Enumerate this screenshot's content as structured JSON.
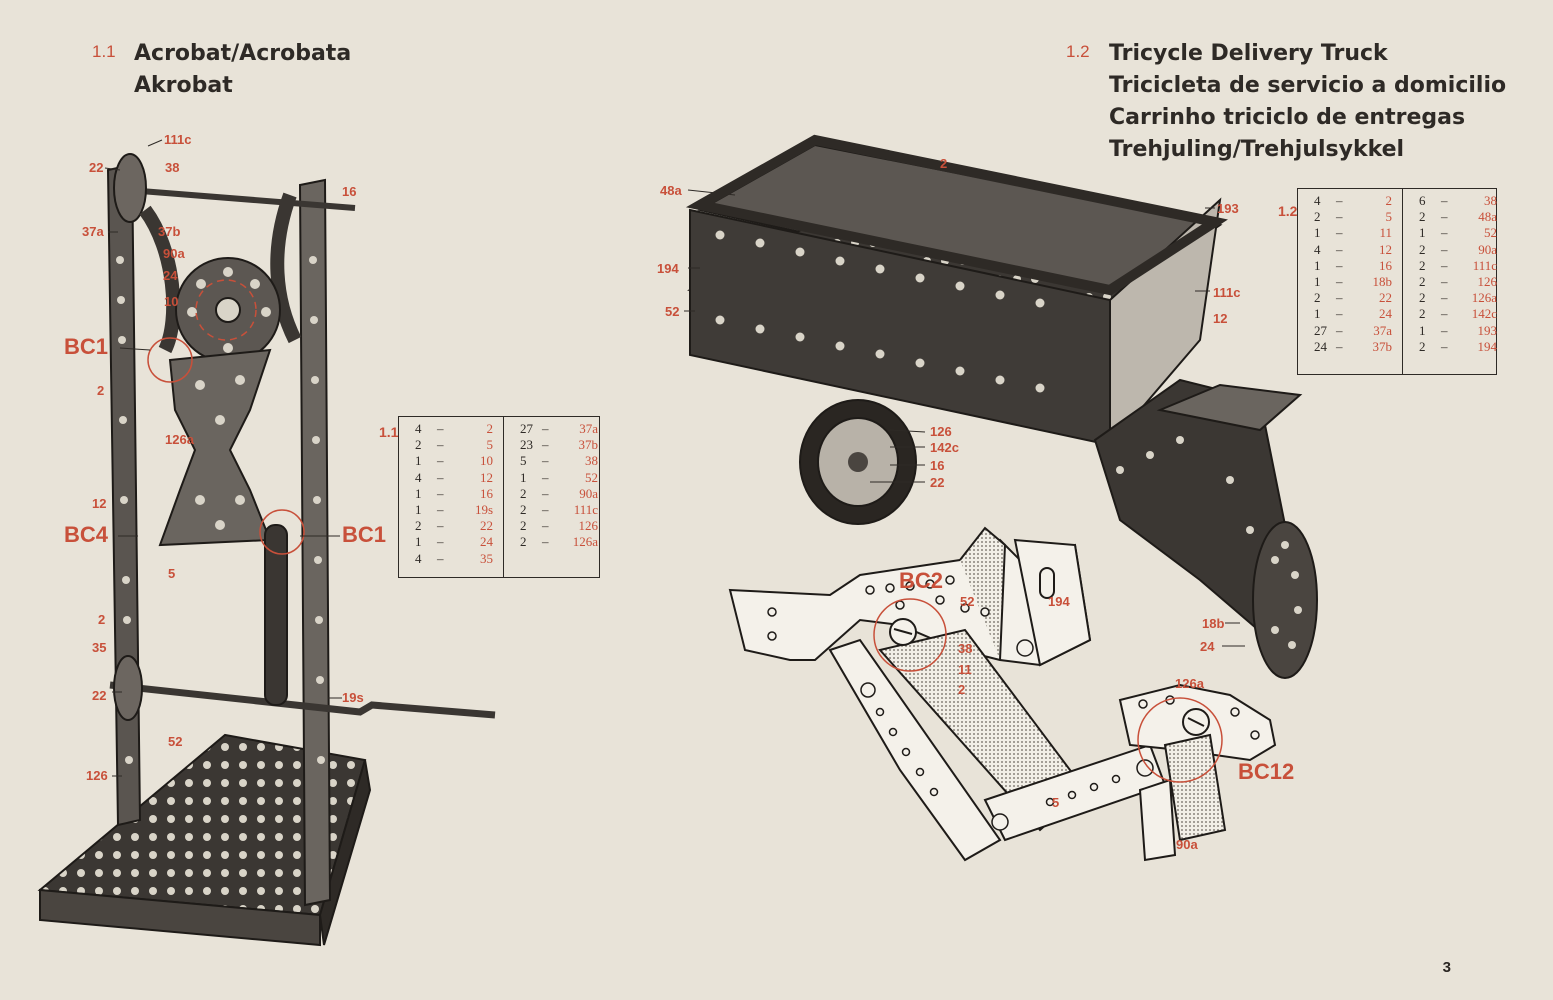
{
  "left": {
    "number": "1.1",
    "titles": [
      "Acrobat/Acrobata",
      "Akrobat"
    ],
    "table_number": "1.1",
    "parts_col1": [
      {
        "q": "4",
        "p": "2"
      },
      {
        "q": "2",
        "p": "5"
      },
      {
        "q": "1",
        "p": "10"
      },
      {
        "q": "4",
        "p": "12"
      },
      {
        "q": "1",
        "p": "16"
      },
      {
        "q": "1",
        "p": "19s"
      },
      {
        "q": "2",
        "p": "22"
      },
      {
        "q": "1",
        "p": "24"
      },
      {
        "q": "4",
        "p": "35"
      }
    ],
    "parts_col2": [
      {
        "q": "27",
        "p": "37a"
      },
      {
        "q": "23",
        "p": "37b"
      },
      {
        "q": "5",
        "p": "38"
      },
      {
        "q": "1",
        "p": "52"
      },
      {
        "q": "2",
        "p": "90a"
      },
      {
        "q": "2",
        "p": "111c"
      },
      {
        "q": "2",
        "p": "126"
      },
      {
        "q": "2",
        "p": "126a"
      }
    ],
    "labels": {
      "l111c": "111c",
      "l22a": "22",
      "l38": "38",
      "l16": "16",
      "l37a": "37a",
      "l37b": "37b",
      "l90a": "90a",
      "l24": "24",
      "l10": "10",
      "l2a": "2",
      "l126a": "126a",
      "l12": "12",
      "l5": "5",
      "l2b": "2",
      "l35": "35",
      "l22b": "22",
      "l19s": "19s",
      "l52": "52",
      "l126": "126"
    },
    "bc": {
      "bc1a": "BC1",
      "bc4": "BC4",
      "bc1b": "BC1"
    }
  },
  "right": {
    "number": "1.2",
    "titles": [
      "Tricycle Delivery Truck",
      "Tricicleta de servicio a domicilio",
      "Carrinho triciclo de entregas",
      "Trehjuling/Trehjulsykkel"
    ],
    "table_number": "1.2",
    "parts_col1": [
      {
        "q": "4",
        "p": "2"
      },
      {
        "q": "2",
        "p": "5"
      },
      {
        "q": "1",
        "p": "11"
      },
      {
        "q": "4",
        "p": "12"
      },
      {
        "q": "1",
        "p": "16"
      },
      {
        "q": "1",
        "p": "18b"
      },
      {
        "q": "2",
        "p": "22"
      },
      {
        "q": "1",
        "p": "24"
      },
      {
        "q": "27",
        "p": "37a"
      },
      {
        "q": "24",
        "p": "37b"
      }
    ],
    "parts_col2": [
      {
        "q": "6",
        "p": "38"
      },
      {
        "q": "2",
        "p": "48a"
      },
      {
        "q": "1",
        "p": "52"
      },
      {
        "q": "2",
        "p": "90a"
      },
      {
        "q": "2",
        "p": "111c"
      },
      {
        "q": "2",
        "p": "126"
      },
      {
        "q": "2",
        "p": "126a"
      },
      {
        "q": "2",
        "p": "142c"
      },
      {
        "q": "1",
        "p": "193"
      },
      {
        "q": "2",
        "p": "194"
      }
    ],
    "labels": {
      "r2": "2",
      "r48a": "48a",
      "r193": "193",
      "r194": "194",
      "r52": "52",
      "r111c": "111c",
      "r12": "12",
      "r126": "126",
      "r142c": "142c",
      "r16": "16",
      "r22": "22",
      "r18b": "18b",
      "r24": "24",
      "d52": "52",
      "d194": "194",
      "d38": "38",
      "d11": "11",
      "d2": "2",
      "d126a": "126a",
      "d5": "5",
      "d90a": "90a"
    },
    "bc": {
      "bc2": "BC2",
      "bc12": "BC12"
    }
  },
  "dash": "–",
  "page_number": "3"
}
